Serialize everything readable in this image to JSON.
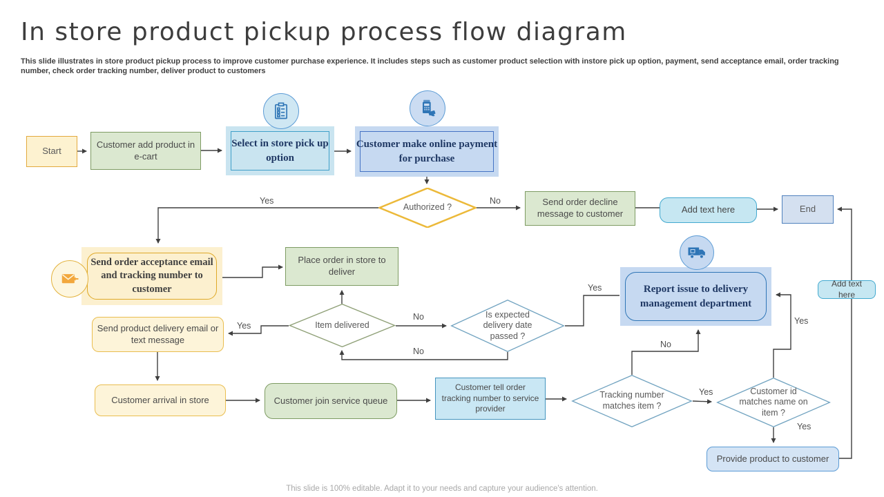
{
  "slide": {
    "title": "In store product pickup process flow diagram",
    "subtitle": "This slide illustrates in store product pickup process to improve customer purchase experience. It includes steps such as customer product selection with instore pick up option, payment, send acceptance email, order tracking number, check order tracking number, deliver product to customers",
    "footer": "This slide is 100% editable. Adapt it to your needs and capture your audience's attention."
  },
  "nodes": {
    "start": {
      "label": "Start"
    },
    "ecart": {
      "label": "Customer add product in e-cart"
    },
    "select_pickup": {
      "label": "Select in store pick up option"
    },
    "online_payment": {
      "label": "Customer make online payment for purchase"
    },
    "authorized": {
      "label": "Authorized ?"
    },
    "decline": {
      "label": "Send order decline message to customer"
    },
    "add_text_1": {
      "label": "Add text here"
    },
    "end": {
      "label": "End"
    },
    "acceptance": {
      "label": "Send order acceptance email and tracking number to customer"
    },
    "place_order": {
      "label": "Place order in store to deliver"
    },
    "item_delivered": {
      "label": "Item delivered"
    },
    "expected_date": {
      "label": "Is expected delivery date passed ?"
    },
    "report_issue": {
      "label": "Report issue to delivery management department"
    },
    "add_text_2": {
      "label": "Add text here"
    },
    "send_delivery_msg": {
      "label": "Send product delivery email or text message"
    },
    "arrival": {
      "label": "Customer arrival  in store"
    },
    "queue": {
      "label": "Customer join service queue"
    },
    "tell_tracking": {
      "label": "Customer tell order tracking number to service provider"
    },
    "tracking_match": {
      "label": "Tracking number matches item ?"
    },
    "id_match": {
      "label": "Customer id matches name on item ?"
    },
    "provide": {
      "label": "Provide  product to customer"
    }
  },
  "edge_labels": [
    {
      "text": "Yes"
    },
    {
      "text": "No"
    },
    {
      "text": "Yes"
    },
    {
      "text": "No"
    },
    {
      "text": "No"
    },
    {
      "text": "Yes"
    },
    {
      "text": "No"
    },
    {
      "text": "Yes"
    },
    {
      "text": "Yes"
    },
    {
      "text": "Yes"
    }
  ],
  "icons": {
    "select_pickup": "clipboard-checklist",
    "online_payment": "pos-card-payment",
    "acceptance": "email-envelope",
    "report_issue": "delivery-truck"
  },
  "colors": {
    "accent_gold": "#ecb939",
    "accent_green": "#7d9b62",
    "accent_blue": "#2e75b6",
    "light_blue": "#c9e4f0",
    "light_periwinkle": "#c6d9f1",
    "light_yellow": "#fdf4d9",
    "light_green": "#dbe8d0",
    "line": "#3f3f3f"
  }
}
